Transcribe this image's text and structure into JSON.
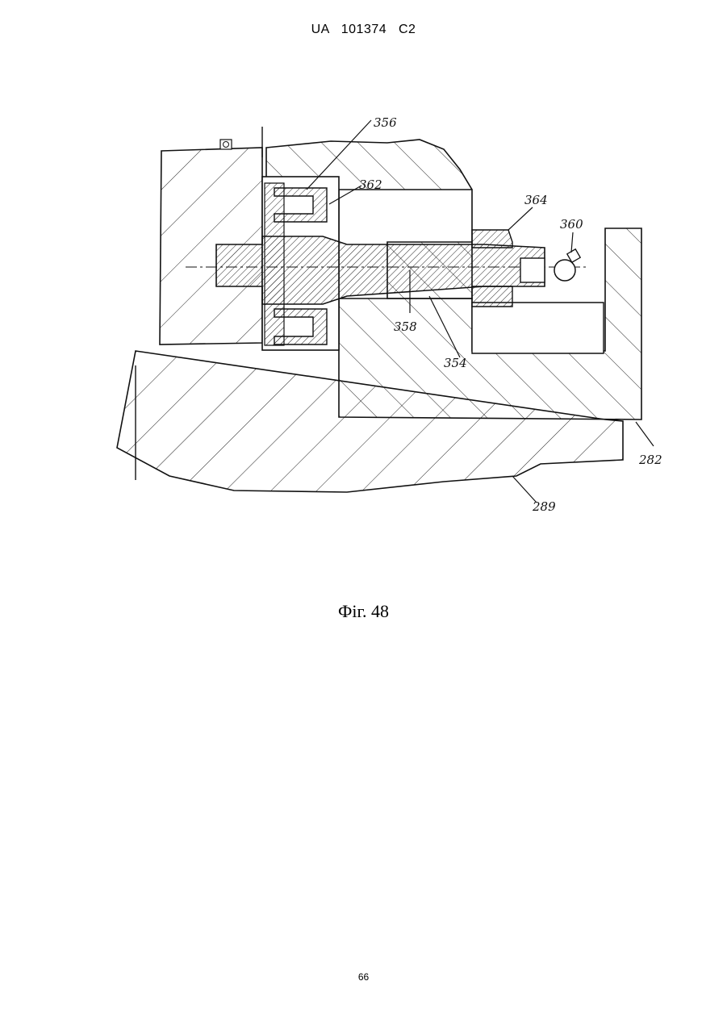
{
  "header": {
    "patent_number": "UA   101374   C2"
  },
  "figure": {
    "caption": "Фіг. 48",
    "reference_labels": {
      "r356": "356",
      "r362": "362",
      "r364": "364",
      "r360": "360",
      "r358": "358",
      "r354": "354",
      "r282": "282",
      "r289": "289"
    }
  },
  "footer": {
    "page_number": "66"
  }
}
